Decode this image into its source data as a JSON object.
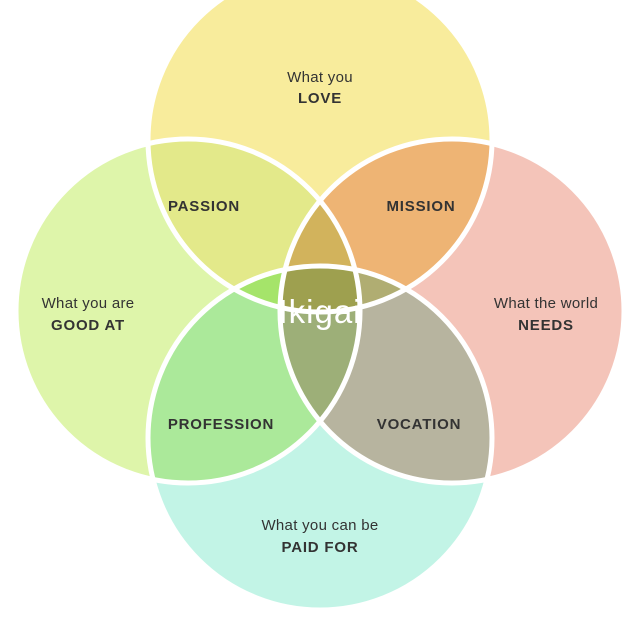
{
  "circles": {
    "love": {
      "line1": "What you",
      "line2": "LOVE",
      "color": "#f8ec9c"
    },
    "good": {
      "line1": "What you are",
      "line2": "GOOD AT",
      "color": "#def5aa"
    },
    "needs": {
      "line1": "What the world",
      "line2": "NEEDS",
      "color": "#f4c4b9"
    },
    "paid": {
      "line1": "What you can be",
      "line2": "PAID FOR",
      "color": "#c2f4e6"
    }
  },
  "zones": {
    "passion": {
      "label": "PASSION",
      "color": "#e3e98a"
    },
    "mission": {
      "label": "MISSION",
      "color": "#eeb474"
    },
    "profession": {
      "label": "PROFESSION",
      "color": "#abe99a"
    },
    "vocation": {
      "label": "VOCATION",
      "color": "#b7b49f"
    }
  },
  "triples": {
    "top": "#d2b35c",
    "left": "#a5e46a",
    "right": "#b0ad72",
    "bottom": "#9daf78"
  },
  "center": {
    "label": "Ikigai",
    "color": "#9ea04f"
  },
  "stroke_color": "#ffffff"
}
